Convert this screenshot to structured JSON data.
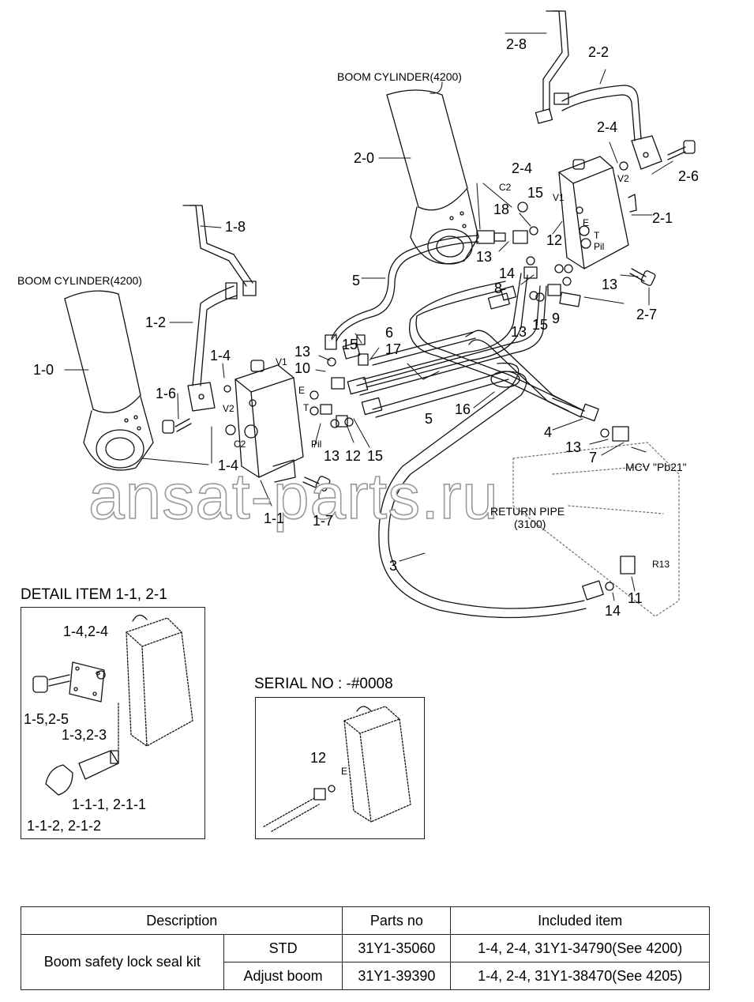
{
  "labels": {
    "boom_cyl_top": "BOOM CYLINDER(4200)",
    "boom_cyl_left": "BOOM CYLINDER(4200)",
    "return_pipe": "RETURN PIPE",
    "return_pipe_no": "(3100)",
    "mcv": "MCV \"Pb21\"",
    "detail_title": "DETAIL ITEM 1-1, 2-1",
    "serial_title": "SERIAL NO : -#0008",
    "watermark": "ansat-parts.ru"
  },
  "ports": {
    "v1": "V1",
    "v2": "V2",
    "c2": "C2",
    "e": "E",
    "t": "T",
    "pil": "Pil",
    "r13": "R13"
  },
  "callouts": {
    "n2_8": "2-8",
    "n2_2": "2-2",
    "n2_4a": "2-4",
    "n2_6": "2-6",
    "n2_0": "2-0",
    "n2_4b": "2-4",
    "n15a": "15",
    "n18": "18",
    "n2_1": "2-1",
    "n12a": "12",
    "n13a": "13",
    "n14a": "14",
    "n8": "8",
    "n13b": "13",
    "n13c": "13",
    "n15b": "15",
    "n9": "9",
    "n2_7": "2-7",
    "n1_8": "1-8",
    "n5a": "5",
    "n1_2": "1-2",
    "n1_0": "1-0",
    "n1_4a": "1-4",
    "n1_6": "1-6",
    "n13d": "13",
    "n10": "10",
    "n15c": "15",
    "n6": "6",
    "n17": "17",
    "n5b": "5",
    "n16": "16",
    "n4": "4",
    "n13e": "13",
    "n7": "7",
    "n13f": "13",
    "n12b": "12",
    "n15d": "15",
    "n1_4b": "1-4",
    "n1_1": "1-1",
    "n1_7": "1-7",
    "n3": "3",
    "n14b": "14",
    "n11": "11"
  },
  "detail": {
    "d1": "1-4,2-4",
    "d2": "1-5,2-5",
    "d3": "1-3,2-3",
    "d4": "1-1-1, 2-1-1",
    "d5": "1-1-2, 2-1-2"
  },
  "serial": {
    "s1": "12",
    "s2": "E"
  },
  "table": {
    "headers": [
      "Description",
      "Parts no",
      "Included item"
    ],
    "kit": "Boom safety lock seal kit",
    "rows": [
      {
        "variant": "STD",
        "part_no": "31Y1-35060",
        "included": "1-4, 2-4, 31Y1-34790(See 4200)"
      },
      {
        "variant": "Adjust boom",
        "part_no": "31Y1-39390",
        "included": "1-4, 2-4, 31Y1-38470(See 4205)"
      }
    ]
  }
}
